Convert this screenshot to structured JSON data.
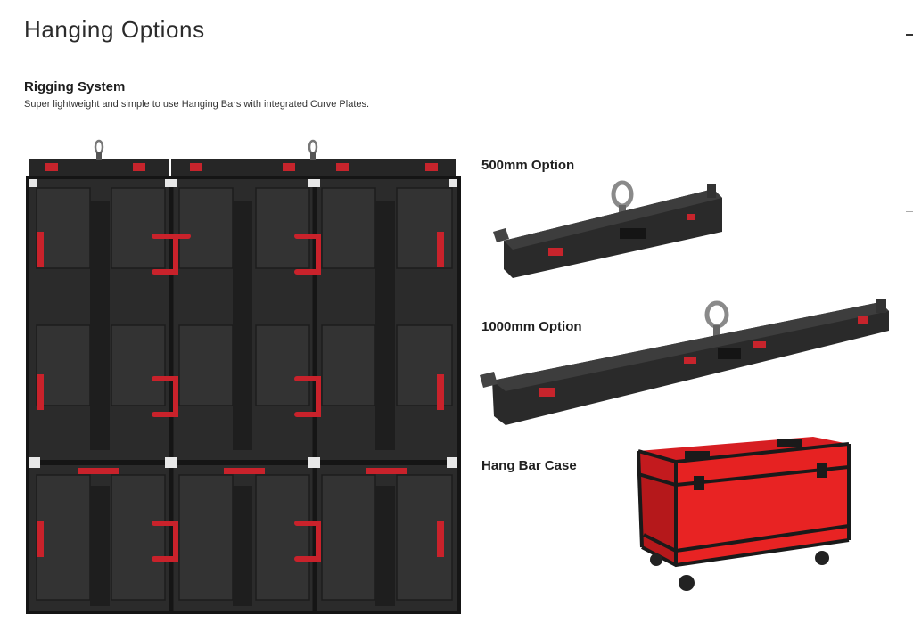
{
  "page": {
    "title": "Hanging Options"
  },
  "rigging": {
    "heading": "Rigging System",
    "description": "Super lightweight and simple to use Hanging Bars with integrated Curve Plates."
  },
  "options": {
    "opt_500": "500mm Option",
    "opt_1000": "1000mm Option",
    "case": "Hang Bar Case"
  },
  "colors": {
    "panel_dark": "#2a2a2a",
    "accent_red": "#d0202a",
    "case_red": "#e01e1e"
  }
}
